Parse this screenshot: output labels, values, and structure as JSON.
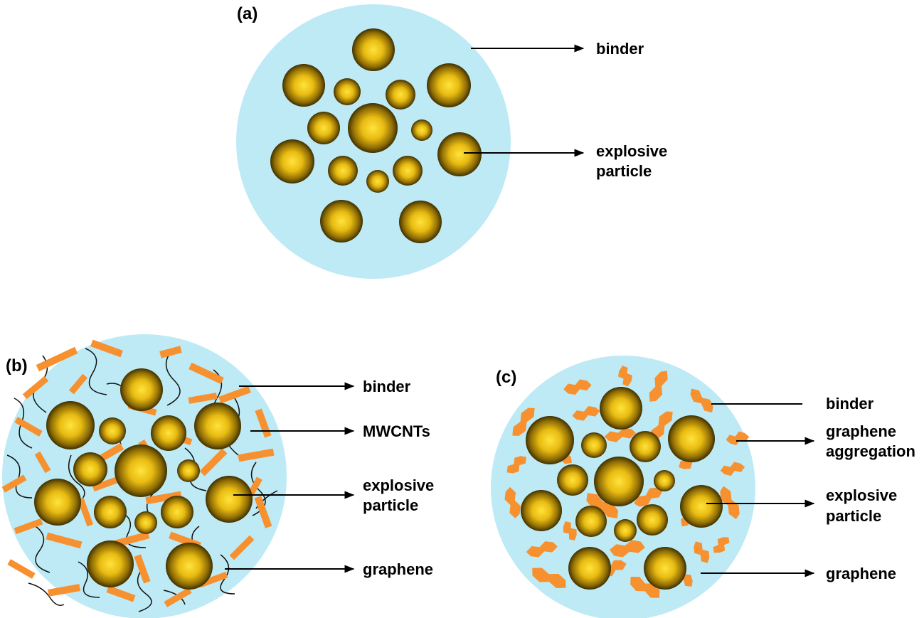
{
  "panels": [
    {
      "id": "a",
      "label": "(a)",
      "callouts": [
        "binder",
        "explosive",
        "particle"
      ]
    },
    {
      "id": "b",
      "label": "(b)",
      "callouts": [
        "binder",
        "MWCNTs",
        "explosive",
        "particle",
        "graphene"
      ]
    },
    {
      "id": "c",
      "label": "(c)",
      "callouts": [
        "binder",
        "graphene",
        "aggregation",
        "explosive",
        "particle",
        "graphene"
      ]
    }
  ],
  "colors": {
    "binder": "#bdeaf5",
    "particle_center": "#ffe23a",
    "particle_edge": "#4a3a00",
    "graphene": "#f7902f",
    "mwcnt": "#111111"
  }
}
